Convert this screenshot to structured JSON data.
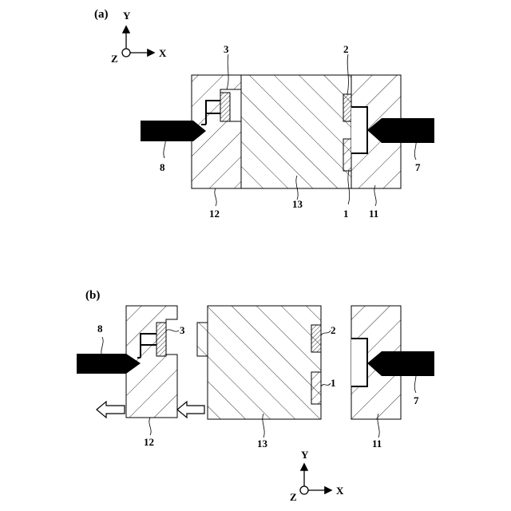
{
  "panel_a": {
    "label": "(a)",
    "refs": {
      "r3": "3",
      "r2": "2",
      "r8": "8",
      "r7": "7",
      "r12": "12",
      "r13": "13",
      "r1": "1",
      "r11": "11"
    }
  },
  "panel_b": {
    "label": "(b)",
    "refs": {
      "r8": "8",
      "r3": "3",
      "r2": "2",
      "r1": "1",
      "r7": "7",
      "r12": "12",
      "r13": "13",
      "r11": "11"
    }
  },
  "axes": {
    "y": "Y",
    "z": "Z",
    "x": "X"
  }
}
